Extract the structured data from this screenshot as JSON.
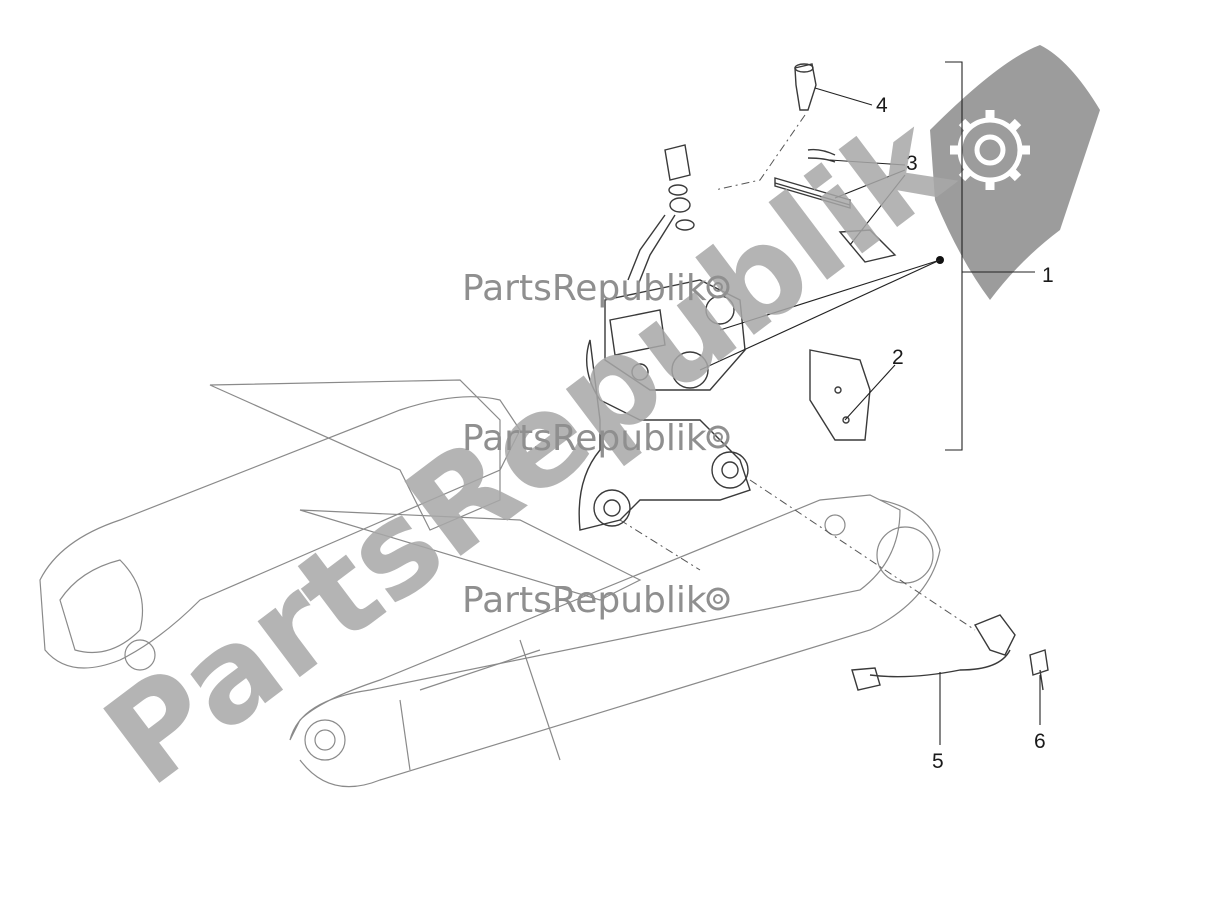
{
  "diagram": {
    "callouts": [
      {
        "id": "1",
        "label": "1"
      },
      {
        "id": "2",
        "label": "2"
      },
      {
        "id": "3",
        "label": "3"
      },
      {
        "id": "4",
        "label": "4"
      },
      {
        "id": "5",
        "label": "5"
      },
      {
        "id": "6",
        "label": "6"
      }
    ]
  },
  "watermark": {
    "diagonal_text": "PartsRepublik",
    "small_text_1": "PartsRepublik",
    "small_text_2": "PartsRepublik",
    "small_text_3": "PartsRepublik",
    "logo_icon": "gear-icon"
  },
  "colors": {
    "watermark": "#a8a8a8",
    "line_art": "#8a8a8a",
    "callout_text": "#1a1a1a"
  }
}
